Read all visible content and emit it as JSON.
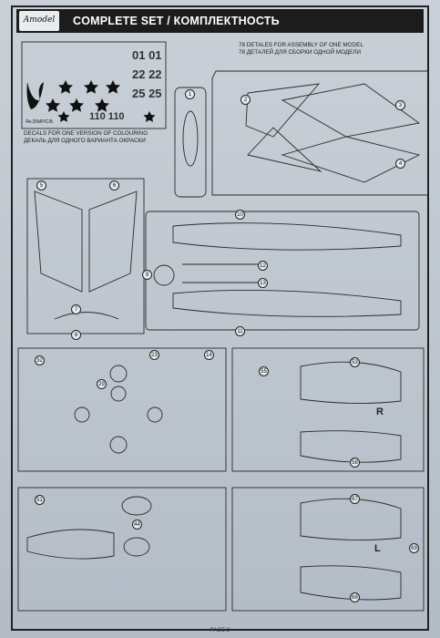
{
  "header": {
    "logo_text": "Amodel",
    "title": "COMPLETE SET / КОМПЛЕКТНОСТЬ"
  },
  "decals": {
    "numbers": [
      "01 01",
      "22 22",
      "25 25",
      "110 110"
    ],
    "aircraft_label": "Як-25МР/С/Б",
    "caption_en": "DECALS FOR ONE VERSION OF COLOURING",
    "caption_ru": "ДЕКАЛЬ ДЛЯ ОДНОГО ВАРИАНТА ОКРАСКИ"
  },
  "details": {
    "caption_en": "78 DETALES FOR ASSEMBLY OF ONE MODEL",
    "caption_ru": "78 ДЕТАЛЕЙ ДЛЯ СБОРКИ ОДНОЙ МОДЕЛИ"
  },
  "parts": [
    "1",
    "2",
    "3",
    "4",
    "5",
    "6",
    "7",
    "8",
    "9",
    "10",
    "11",
    "12",
    "13",
    "23",
    "14",
    "32",
    "29",
    "55",
    "53",
    "58",
    "51",
    "44",
    "67",
    "68",
    "69"
  ],
  "marks": {
    "right": "R",
    "left": "L"
  },
  "footer": {
    "page": "PAGE 2"
  }
}
